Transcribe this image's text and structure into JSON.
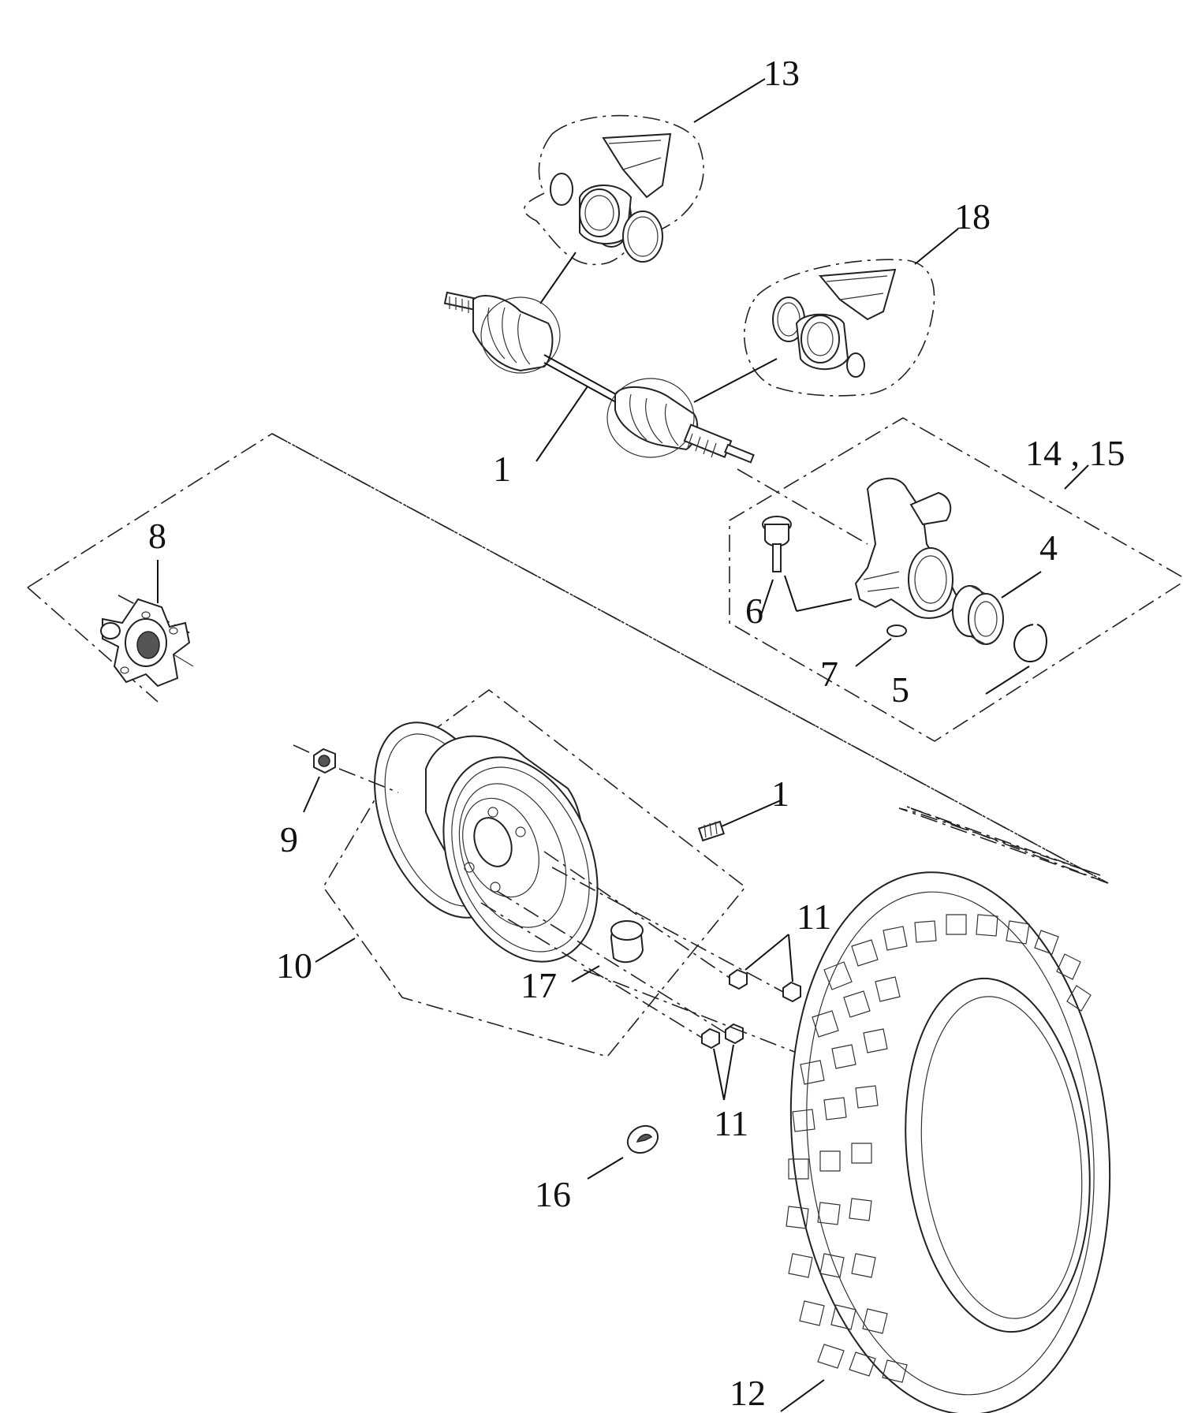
{
  "callouts": [
    {
      "id": "13",
      "text": "13"
    },
    {
      "id": "18",
      "text": "18"
    },
    {
      "id": "1a",
      "text": "1"
    },
    {
      "id": "14_15",
      "text": "14 , 15"
    },
    {
      "id": "8",
      "text": "8"
    },
    {
      "id": "4",
      "text": "4"
    },
    {
      "id": "6",
      "text": "6"
    },
    {
      "id": "7",
      "text": "7"
    },
    {
      "id": "5",
      "text": "5"
    },
    {
      "id": "9",
      "text": "9"
    },
    {
      "id": "1b",
      "text": "1"
    },
    {
      "id": "11a",
      "text": "11"
    },
    {
      "id": "10",
      "text": "10"
    },
    {
      "id": "17",
      "text": "17"
    },
    {
      "id": "11b",
      "text": "11"
    },
    {
      "id": "16",
      "text": "16"
    },
    {
      "id": "12",
      "text": "12"
    }
  ],
  "parts": [
    {
      "name": "boot-kit-outer",
      "ref": "13"
    },
    {
      "name": "boot-kit-inner",
      "ref": "18"
    },
    {
      "name": "drive-shaft",
      "ref": "1"
    },
    {
      "name": "steering-knuckle",
      "ref": "14 , 15"
    },
    {
      "name": "wheel-hub",
      "ref": "8"
    },
    {
      "name": "bearing",
      "ref": "4"
    },
    {
      "name": "ball-joint",
      "ref": "6"
    },
    {
      "name": "small-circlip",
      "ref": "7"
    },
    {
      "name": "circlip",
      "ref": "5"
    },
    {
      "name": "hub-nut",
      "ref": "9"
    },
    {
      "name": "valve-stem",
      "ref": "1"
    },
    {
      "name": "lug-nuts",
      "ref": "11"
    },
    {
      "name": "wheel-rim",
      "ref": "10"
    },
    {
      "name": "center-cap",
      "ref": "17"
    },
    {
      "name": "emblem",
      "ref": "16"
    },
    {
      "name": "tire",
      "ref": "12"
    }
  ]
}
